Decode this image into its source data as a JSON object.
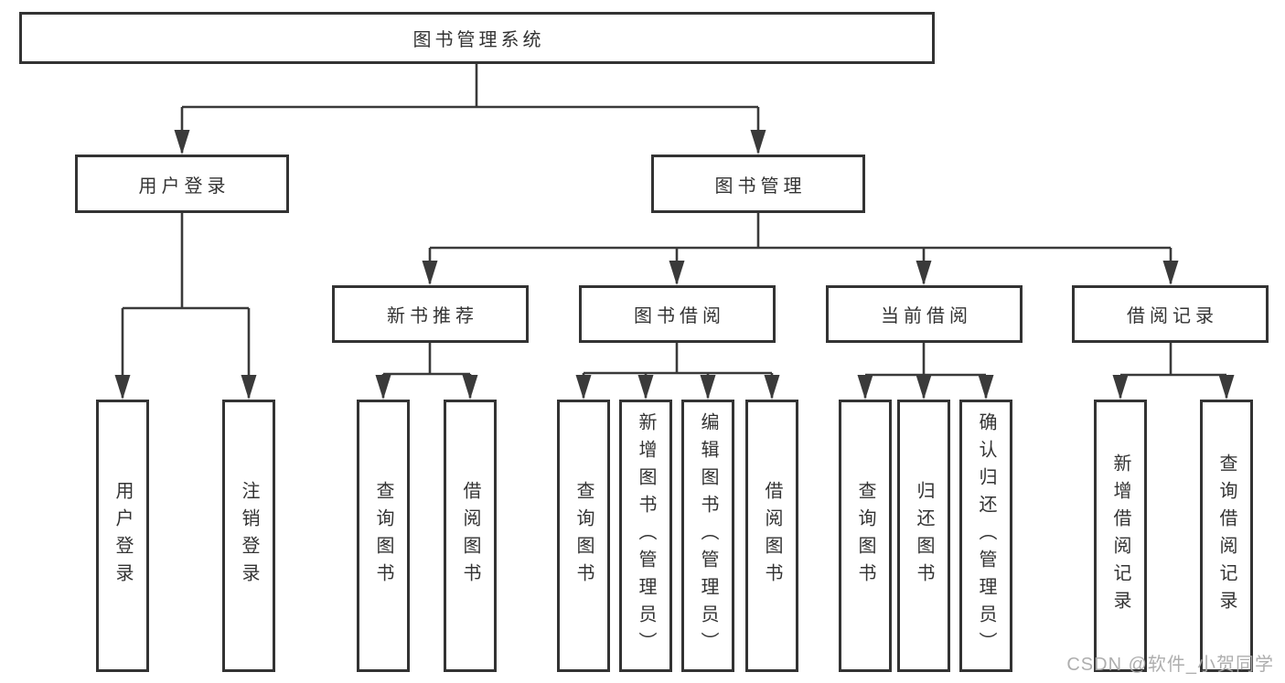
{
  "diagram": {
    "root": {
      "label": "图书管理系统"
    },
    "branches": [
      {
        "label": "用户登录",
        "children": [
          {
            "label": "用户登录"
          },
          {
            "label": "注销登录"
          }
        ]
      },
      {
        "label": "图书管理",
        "children": [
          {
            "label": "新书推荐",
            "children": [
              {
                "label": "查询图书"
              },
              {
                "label": "借阅图书"
              }
            ]
          },
          {
            "label": "图书借阅",
            "children": [
              {
                "label": "查询图书"
              },
              {
                "label": "新增图书（管理员）"
              },
              {
                "label": "编辑图书（管理员）"
              },
              {
                "label": "借阅图书"
              }
            ]
          },
          {
            "label": "当前借阅",
            "children": [
              {
                "label": "查询图书"
              },
              {
                "label": "归还图书"
              },
              {
                "label": "确认归还（管理员）"
              }
            ]
          },
          {
            "label": "借阅记录",
            "children": [
              {
                "label": "新增借阅记录"
              },
              {
                "label": "查询借阅记录"
              }
            ]
          }
        ]
      }
    ]
  },
  "watermark": {
    "text": "CSDN @软件_小贺同学"
  },
  "colors": {
    "line": "#3a3a3a",
    "border": "#333333",
    "text": "#333333",
    "watermark": "#aaaaaa",
    "background": "#ffffff"
  }
}
